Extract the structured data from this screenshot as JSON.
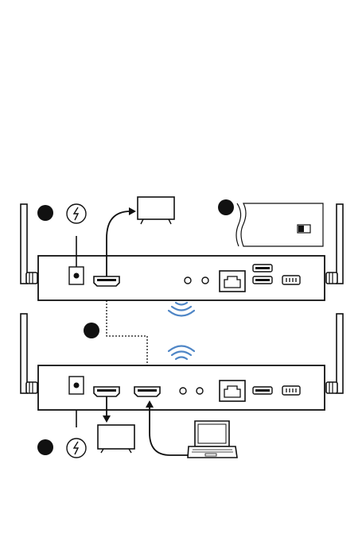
{
  "diagram": {
    "kind": "HDMI wireless extender setup illustration",
    "devices": [
      {
        "role": "transmitter",
        "ports": [
          "dc-power",
          "hdmi-out",
          "led",
          "led",
          "ethernet",
          "usb",
          "usb",
          "pairing-button"
        ]
      },
      {
        "role": "receiver",
        "ports": [
          "dc-power",
          "hdmi-out",
          "hdmi-in",
          "led",
          "led",
          "ethernet",
          "usb",
          "pairing-button"
        ]
      }
    ],
    "steps": [
      {
        "marker": "step-1",
        "icon": "power-plug-icon"
      },
      {
        "marker": "step-2",
        "icon": "switch-panel"
      },
      {
        "marker": "step-3",
        "icon": "power-plug-icon"
      },
      {
        "marker": "step-4",
        "icon": "hdmi-link"
      }
    ],
    "signal_color": "#4f86c6",
    "line_color": "#111111"
  },
  "footer": {
    "text": ""
  }
}
